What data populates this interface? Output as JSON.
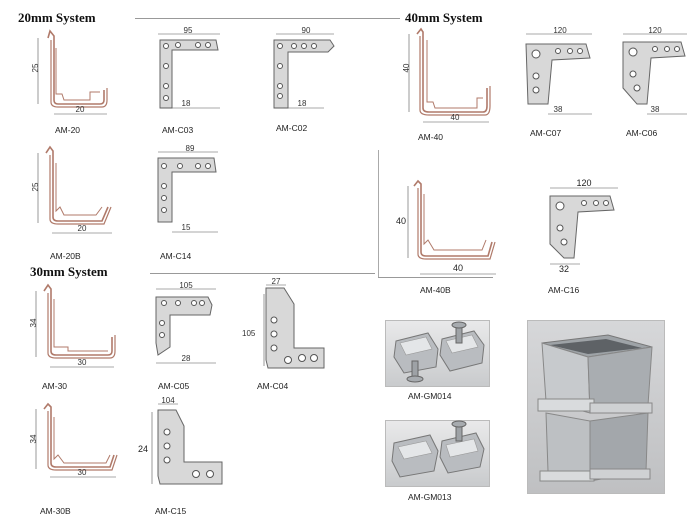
{
  "sections": {
    "s20": "20mm System",
    "s30": "30mm System",
    "s40": "40mm System"
  },
  "products": {
    "am20": {
      "code": "AM-20",
      "dims": [
        "25",
        "20"
      ]
    },
    "amc03": {
      "code": "AM-C03",
      "dims": [
        "95",
        "18"
      ]
    },
    "amc02": {
      "code": "AM-C02",
      "dims": [
        "90",
        "18"
      ]
    },
    "am20b": {
      "code": "AM-20B",
      "dims": [
        "25",
        "20"
      ]
    },
    "amc14": {
      "code": "AM-C14",
      "dims": [
        "89",
        "15"
      ]
    },
    "am30": {
      "code": "AM-30",
      "dims": [
        "34",
        "30"
      ]
    },
    "amc05": {
      "code": "AM-C05",
      "dims": [
        "105",
        "28"
      ]
    },
    "amc04": {
      "code": "AM-C04",
      "dims": [
        "27",
        "105"
      ]
    },
    "am30b": {
      "code": "AM-30B",
      "dims": [
        "34",
        "30"
      ]
    },
    "amc15": {
      "code": "AM-C15",
      "dims": [
        "104",
        "24"
      ]
    },
    "am40": {
      "code": "AM-40",
      "dims": [
        "40",
        "40"
      ]
    },
    "amc07": {
      "code": "AM-C07",
      "dims": [
        "120",
        "38"
      ]
    },
    "amc06": {
      "code": "AM-C06",
      "dims": [
        "120",
        "38"
      ]
    },
    "am40b": {
      "code": "AM-40B",
      "dims": [
        "40",
        "40"
      ]
    },
    "amc16": {
      "code": "AM-C16",
      "dims": [
        "120",
        "32"
      ]
    },
    "amgm014": {
      "code": "AM-GM014"
    },
    "amgm013": {
      "code": "AM-GM013"
    }
  },
  "colors": {
    "profile": "#b07a6a",
    "metal": "#d8d8d8",
    "bg": "#ffffff"
  }
}
